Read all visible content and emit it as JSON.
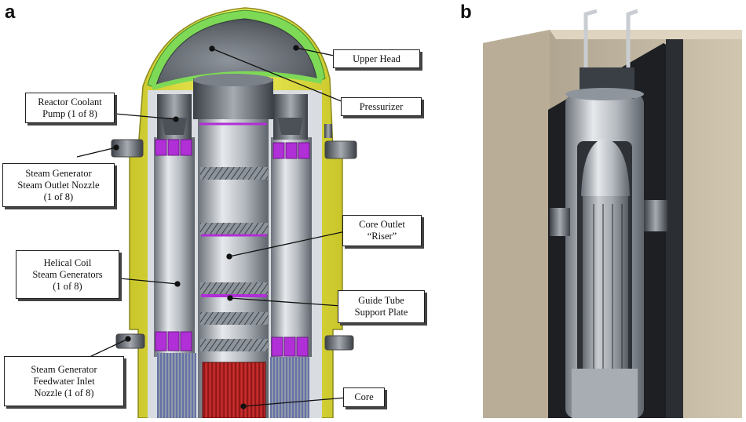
{
  "figure": {
    "panel_a_letter": "a",
    "panel_b_letter": "b"
  },
  "callouts": {
    "upper_head": "Upper Head",
    "pressurizer": "Pressurizer",
    "rcp": "Reactor Coolant\nPump (1 of 8)",
    "sg_outlet": "Steam Generator\nSteam Outlet Nozzle\n(1 of 8)",
    "core_outlet": "Core Outlet\n“Riser”",
    "helical": "Helical Coil\nSteam Generators\n(1 of 8)",
    "guide_tube": "Guide Tube\nSupport Plate",
    "sg_inlet": "Steam Generator\nFeedwater Inlet\nNozzle (1 of 8)",
    "core": "Core"
  },
  "colors": {
    "vessel_yellow": "#e3e23a",
    "dome_green": "#7ed957",
    "magenta": "#b02fd6",
    "core_red": "#c42626",
    "concrete": "#c9bca3",
    "steel": "#9aa0a8"
  }
}
